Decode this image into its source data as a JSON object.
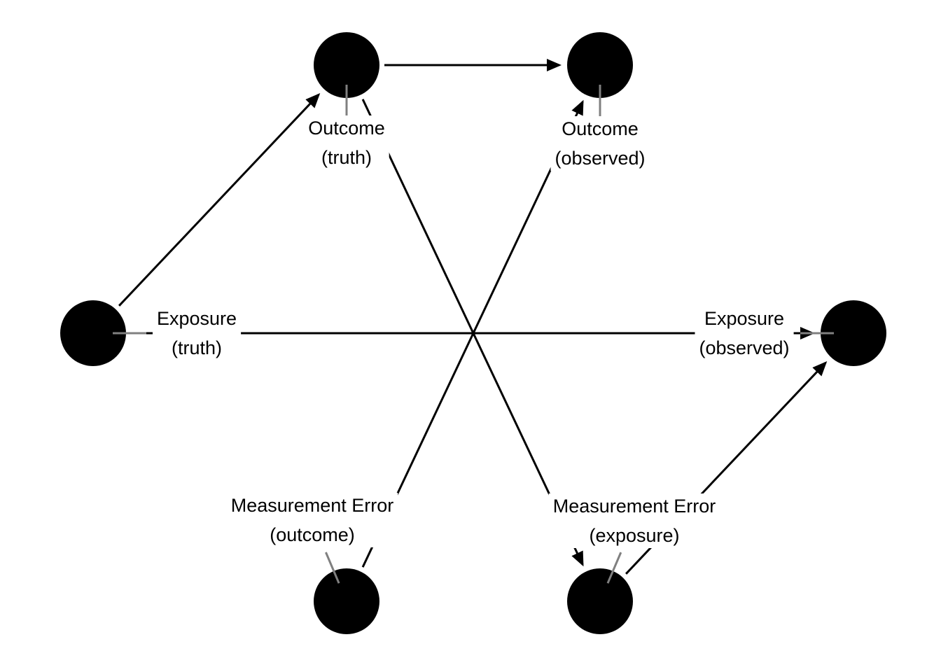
{
  "diagram": {
    "colors": {
      "node": "#000000",
      "edge": "#000000",
      "leader": "#808080",
      "background": "#ffffff"
    },
    "nodes": [
      {
        "id": "exposure_truth",
        "name": "exposure-truth-node",
        "lines": [
          "Exposure",
          "(truth)"
        ]
      },
      {
        "id": "outcome_truth",
        "name": "outcome-truth-node",
        "lines": [
          "Outcome",
          "(truth)"
        ]
      },
      {
        "id": "outcome_observed",
        "name": "outcome-observed-node",
        "lines": [
          "Outcome",
          "(observed)"
        ]
      },
      {
        "id": "exposure_observed",
        "name": "exposure-observed-node",
        "lines": [
          "Exposure",
          "(observed)"
        ]
      },
      {
        "id": "me_exposure",
        "name": "measurement-error-exposure-node",
        "lines": [
          "Measurement Error",
          "(exposure)"
        ]
      },
      {
        "id": "me_outcome",
        "name": "measurement-error-outcome-node",
        "lines": [
          "Measurement Error",
          "(outcome)"
        ]
      }
    ],
    "edges": [
      {
        "from": "exposure_truth",
        "to": "outcome_truth"
      },
      {
        "from": "outcome_truth",
        "to": "outcome_observed"
      },
      {
        "from": "exposure_truth",
        "to": "exposure_observed"
      },
      {
        "from": "outcome_truth",
        "to": "me_exposure"
      },
      {
        "from": "me_outcome",
        "to": "outcome_observed"
      },
      {
        "from": "me_exposure",
        "to": "exposure_observed"
      }
    ]
  }
}
